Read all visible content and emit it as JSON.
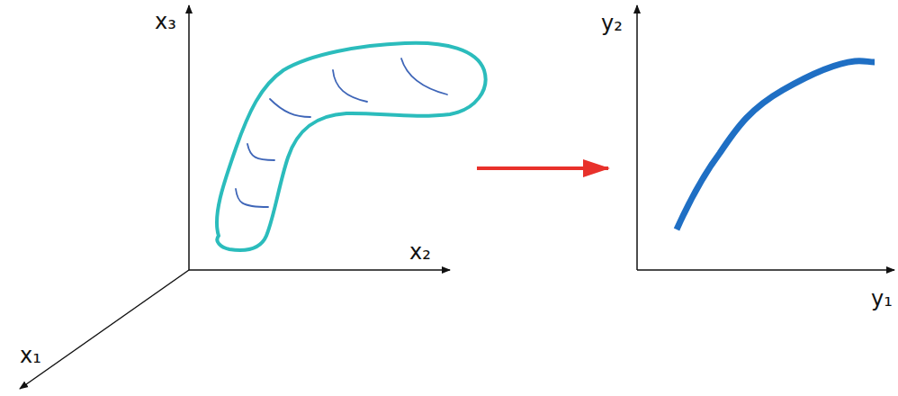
{
  "diagram": {
    "labels": [
      "x₃",
      "x₂",
      "x₁",
      "y₂",
      "y₁"
    ]
  }
}
